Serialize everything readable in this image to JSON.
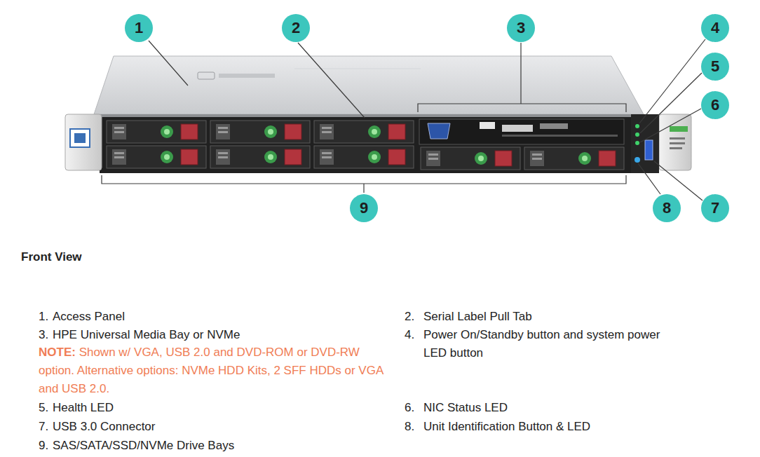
{
  "diagram": {
    "nodes": [
      {
        "text": [
          "1"
        ]
      },
      {
        "text": [
          "2"
        ]
      },
      {
        "text": [
          "3"
        ]
      },
      {
        "text": [
          "4"
        ]
      },
      {
        "text": [
          "5"
        ]
      },
      {
        "text": [
          "6"
        ]
      },
      {
        "text": [
          "9"
        ]
      },
      {
        "text": [
          "8"
        ]
      },
      {
        "text": [
          "7"
        ]
      }
    ],
    "labels": [
      "Front View",
      "1.",
      "Access Panel",
      "2.",
      "Serial Label Pull Tab",
      "3.",
      "HPE Universal Media Bay or NVMe",
      "4.",
      "Power On/Standby button and system power LED button",
      "NOTE:",
      "Shown w/ VGA, USB 2.0 and DVD-ROM or DVD-RW option. Alternative options: NVMe HDD Kits, 2 SFF HDDs or VGA and USB 2.0.",
      "5.",
      "Health LED",
      "6.",
      "NIC Status LED",
      "7.",
      "USB 3.0 Connector",
      "8.",
      "Unit Identification Button & LED",
      "9.",
      "SAS/SATA/SSD/NVMe Drive Bays"
    ]
  }
}
